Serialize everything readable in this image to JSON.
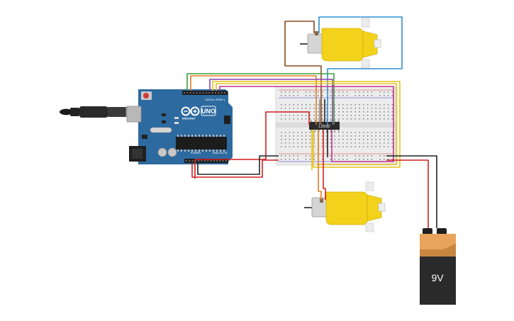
{
  "canvas": {
    "background": "#ffffff"
  },
  "arduino": {
    "brand": "ARDUINO",
    "model": "UNO",
    "header_digital": "DIGITAL (PWM~)",
    "header_power": "POWER",
    "header_analog": "ANALOG IN",
    "board_color": "#2d6a9f"
  },
  "breadboard": {
    "color": "#e9e9e9"
  },
  "driver_chip": {
    "label": "L293D"
  },
  "battery": {
    "label": "9V",
    "body_color": "#2a2a2a",
    "cap_color": "#e8a45a"
  },
  "motors": {
    "body_color": "#f2d21b",
    "count": 2
  },
  "usb_cable": {
    "icon": "usb-plug-icon"
  },
  "wire_colors": {
    "red": "#d21f1f",
    "black": "#222222",
    "yellow": "#e6c21a",
    "purple": "#8a3fa8",
    "magenta": "#c0338f",
    "green": "#3e9d3e",
    "orange": "#e07b20",
    "blue": "#2f8fd0",
    "brown": "#8b4a1f",
    "grey": "#8a8a8a"
  }
}
